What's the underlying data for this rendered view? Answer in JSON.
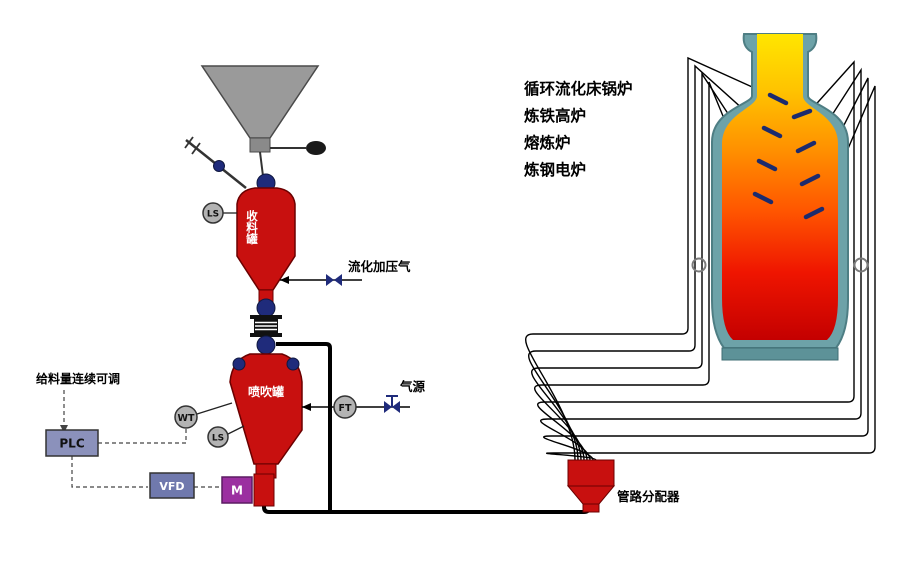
{
  "labels": {
    "feed_note": "给料量连续可调",
    "fluidization_gas": "流化加压气",
    "gas_source": "气源",
    "distributor": "管路分配器",
    "receiving_tank": "收料罐",
    "injection_tank": "喷吹罐",
    "plc": "PLC",
    "vfd": "VFD",
    "motor": "M",
    "ls_upper": "LS",
    "ls_lower": "LS",
    "wt": "WT",
    "ft": "FT"
  },
  "applications": [
    "循环流化床锅炉",
    "炼铁高炉",
    "熔炼炉",
    "炼钢电炉"
  ],
  "colors": {
    "vessel_red": "#c8100f",
    "valve_navy": "#1f2b7b",
    "funnel_gray": "#9a9a9a",
    "furnace_shell": "#6da2a8",
    "furnace_base": "#5d9298",
    "flame_yellow": "#ffe600",
    "flame_orange": "#ff9000",
    "flame_red": "#c40000",
    "instrument_gray": "#b3b3b3",
    "plc_fill": "#8b91bb",
    "vfd_fill": "#7079ad",
    "motor_fill": "#9b2fa0",
    "pipe_black": "#000000"
  }
}
